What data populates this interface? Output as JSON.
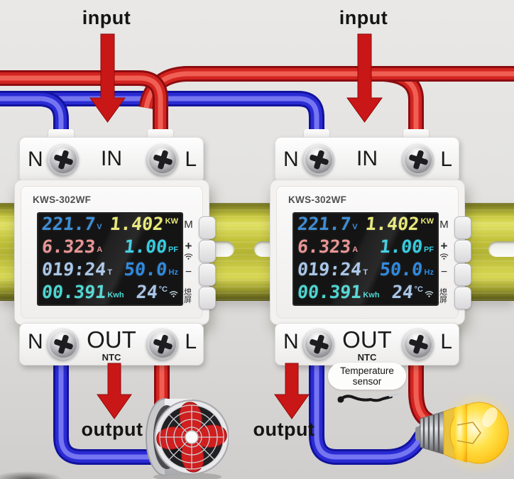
{
  "labels": {
    "input": "input",
    "output": "output"
  },
  "temperature_sensor": {
    "line1": "Temperature",
    "line2": "sensor"
  },
  "devices": [
    {
      "model": "KWS-302WF",
      "top": {
        "left": "N",
        "center": "IN",
        "right": "L"
      },
      "bottom": {
        "left": "N",
        "center": "OUT",
        "sub": "NTC",
        "right": "L"
      },
      "display": {
        "voltage": {
          "value": "221.7",
          "unit": "V"
        },
        "power": {
          "value": "1.402",
          "unit": "KW"
        },
        "current": {
          "value": "6.323",
          "unit": "A"
        },
        "power_factor": {
          "value": "1.00",
          "unit": "PF"
        },
        "time": {
          "value": "019:24",
          "unit": "T"
        },
        "frequency": {
          "value": "50.0",
          "unit": "Hz"
        },
        "energy": {
          "value": "00.391",
          "unit": "Kwh"
        },
        "temperature": {
          "value": "24",
          "unit": "°C"
        }
      },
      "buttons": [
        {
          "label": "M"
        },
        {
          "label": "+",
          "icon": "wifi-icon"
        },
        {
          "label": "−"
        },
        {
          "label": "熄屏"
        }
      ]
    },
    {
      "model": "KWS-302WF",
      "top": {
        "left": "N",
        "center": "IN",
        "right": "L"
      },
      "bottom": {
        "left": "N",
        "center": "OUT",
        "sub": "NTC",
        "right": "L"
      },
      "display": {
        "voltage": {
          "value": "221.7",
          "unit": "V"
        },
        "power": {
          "value": "1.402",
          "unit": "KW"
        },
        "current": {
          "value": "6.323",
          "unit": "A"
        },
        "power_factor": {
          "value": "1.00",
          "unit": "PF"
        },
        "time": {
          "value": "019:24",
          "unit": "T"
        },
        "frequency": {
          "value": "50.0",
          "unit": "Hz"
        },
        "energy": {
          "value": "00.391",
          "unit": "Kwh"
        },
        "temperature": {
          "value": "24",
          "unit": "°C"
        }
      },
      "buttons": [
        {
          "label": "M"
        },
        {
          "label": "+",
          "icon": "wifi-icon"
        },
        {
          "label": "−"
        },
        {
          "label": "熄屏"
        }
      ]
    }
  ],
  "colors": {
    "wire_live_red": "#d32420",
    "wire_neutral_blue": "#2b2bd4",
    "arrow_red": "#c91616",
    "device_body": "#f3f2f1",
    "display_background": "#141414",
    "voltage_blue": "#3d8fd8",
    "power_yellow": "#e8e878",
    "current_pink": "#e89494",
    "pf_cyan": "#35cde0",
    "time_pale_blue": "#a9c6e8",
    "frequency_blue": "#2f8ae0",
    "energy_teal": "#4cd6d2",
    "temperature_pale_blue": "#a9c6e8",
    "din_rail_yellow": "#c9c940"
  }
}
